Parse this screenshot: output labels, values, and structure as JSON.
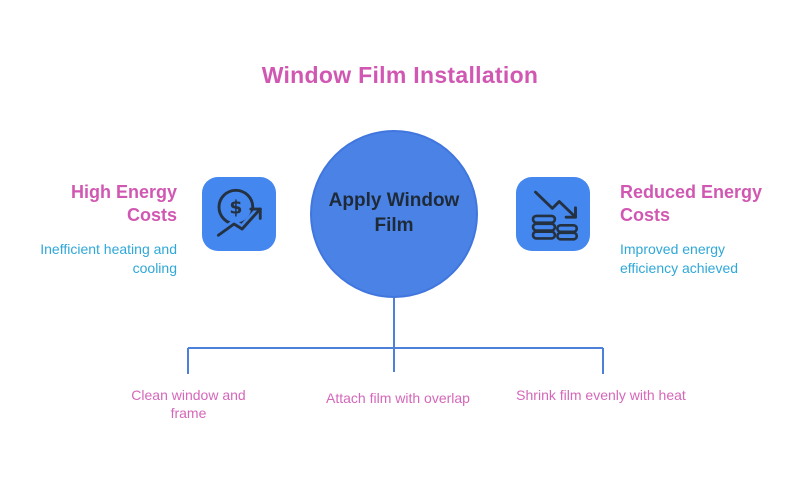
{
  "title": "Window Film Installation",
  "center_node": {
    "label": "Apply Window Film"
  },
  "left_card": {
    "heading": "High Energy Costs",
    "description": "Inefficient heating and cooling",
    "icon": "dollar-trending-up-icon",
    "icon_symbol": "$"
  },
  "right_card": {
    "heading": "Reduced Energy Costs",
    "description": "Improved energy efficiency achieved",
    "icon": "coins-trending-down-icon"
  },
  "steps": [
    {
      "label": "Clean window and frame"
    },
    {
      "label": "Attach film with overlap"
    },
    {
      "label": "Shrink film evenly with heat"
    }
  ],
  "colors": {
    "title_pink": "#D158B2",
    "step_pink": "#D567BA",
    "description_cyan": "#2FA8D8",
    "node_blue": "#4A82E6",
    "icon_tile_blue": "#4487EF",
    "connector_blue": "#4D80D8",
    "dark_text": "#1F2A38",
    "background": "#FFFFFF"
  }
}
